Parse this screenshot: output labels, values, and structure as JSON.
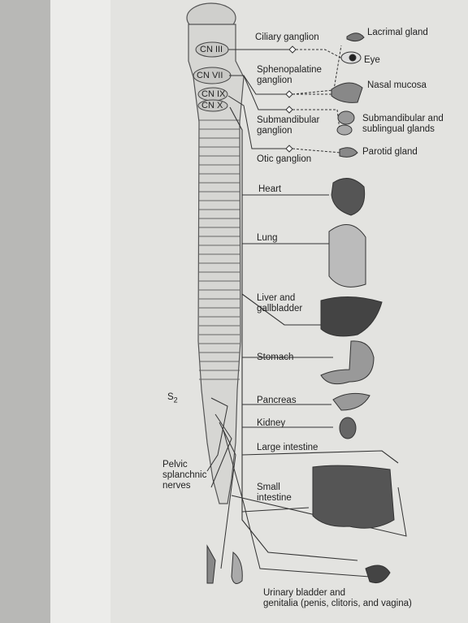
{
  "cranial": {
    "cn3": "CN III",
    "cn7": "CN VII",
    "cn9": "CN IX",
    "cn10": "CN X"
  },
  "ganglia": {
    "ciliary": "Ciliary ganglion",
    "sphenopalatine": "Sphenopalatine\nganglion",
    "submandibular": "Submandibular\nganglion",
    "otic": "Otic ganglion"
  },
  "targets": {
    "lacrimal": "Lacrimal gland",
    "eye": "Eye",
    "nasal": "Nasal mucosa",
    "submandibular": "Submandibular and\nsublingual glands",
    "parotid": "Parotid gland",
    "heart": "Heart",
    "lung": "Lung",
    "liver": "Liver and\ngallbladder",
    "stomach": "Stomach",
    "pancreas": "Pancreas",
    "kidney": "Kidney",
    "large_intestine": "Large intestine",
    "small_intestine": "Small\nintestine",
    "bladder": "Urinary bladder and\ngenitalia (penis, clitoris, and vagina)"
  },
  "sacral": {
    "level": "S",
    "level_sub": "2",
    "nerves": "Pelvic\nsplanchnic\nnerves"
  }
}
